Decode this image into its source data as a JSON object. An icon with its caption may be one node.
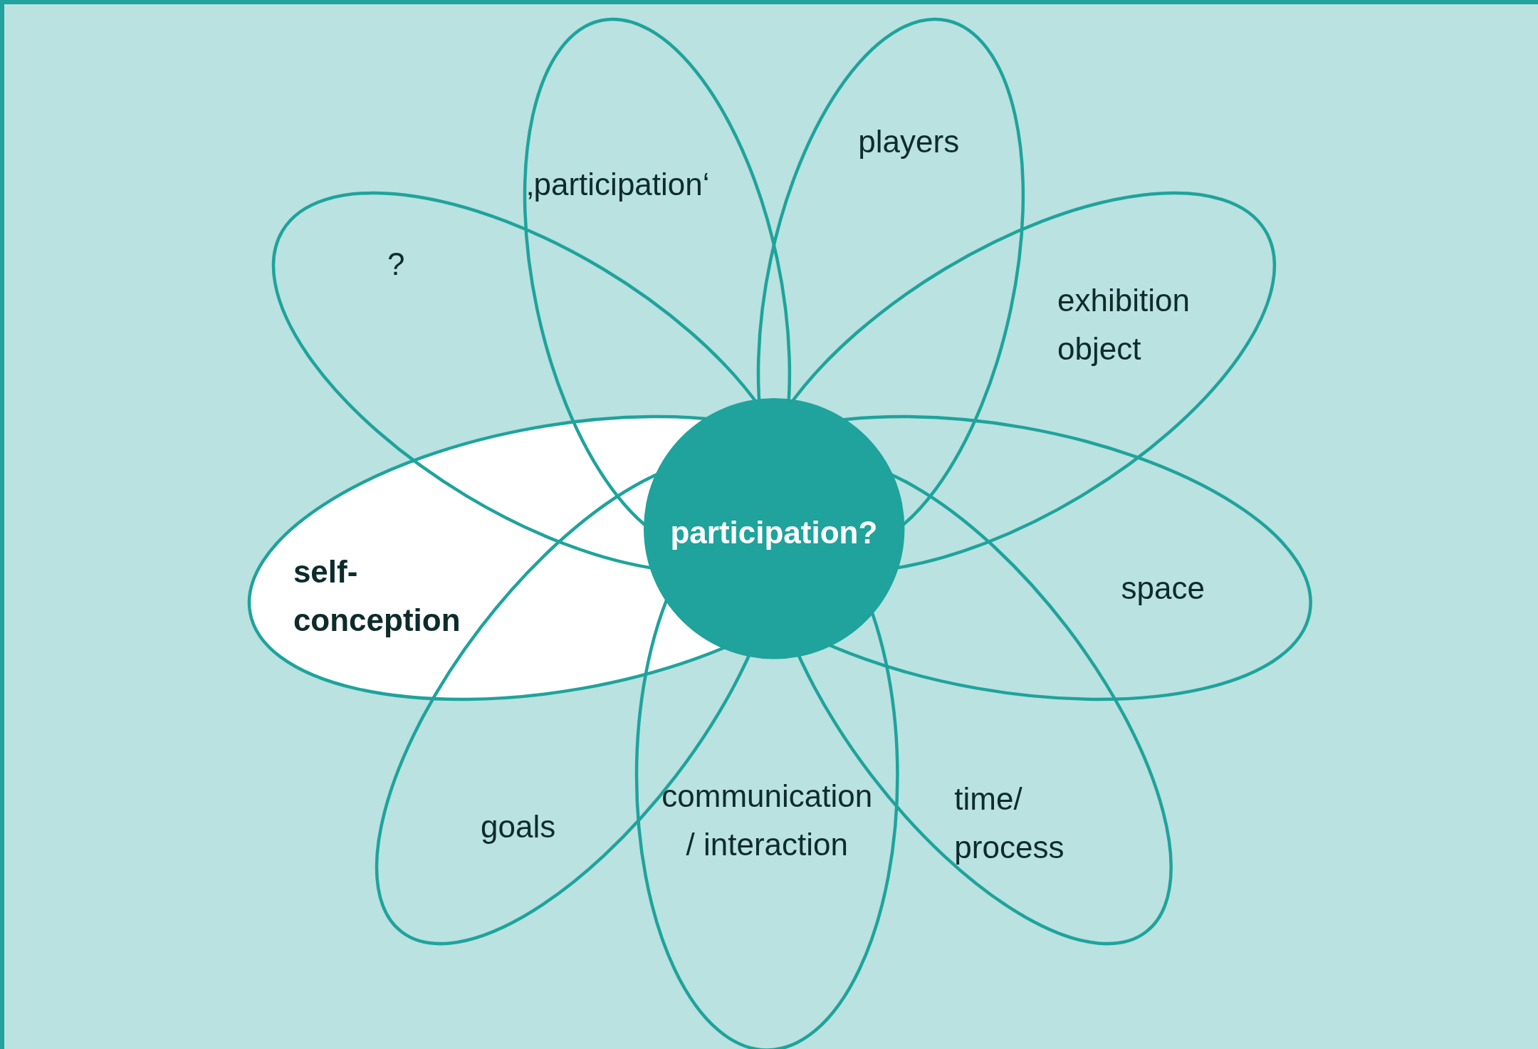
{
  "diagram": {
    "nodes": [
      {
        "text": [
          "participation?"
        ]
      },
      {
        "text": [
          "players"
        ]
      },
      {
        "text": [
          "‚participation‘"
        ]
      },
      {
        "text": [
          "?"
        ]
      },
      {
        "text": [
          "exhibition object"
        ]
      },
      {
        "text": [
          "self- conception"
        ]
      },
      {
        "text": [
          "space"
        ]
      },
      {
        "text": [
          "time/ process"
        ]
      },
      {
        "text": [
          "communication / interaction"
        ]
      },
      {
        "text": [
          "goals"
        ]
      }
    ]
  }
}
